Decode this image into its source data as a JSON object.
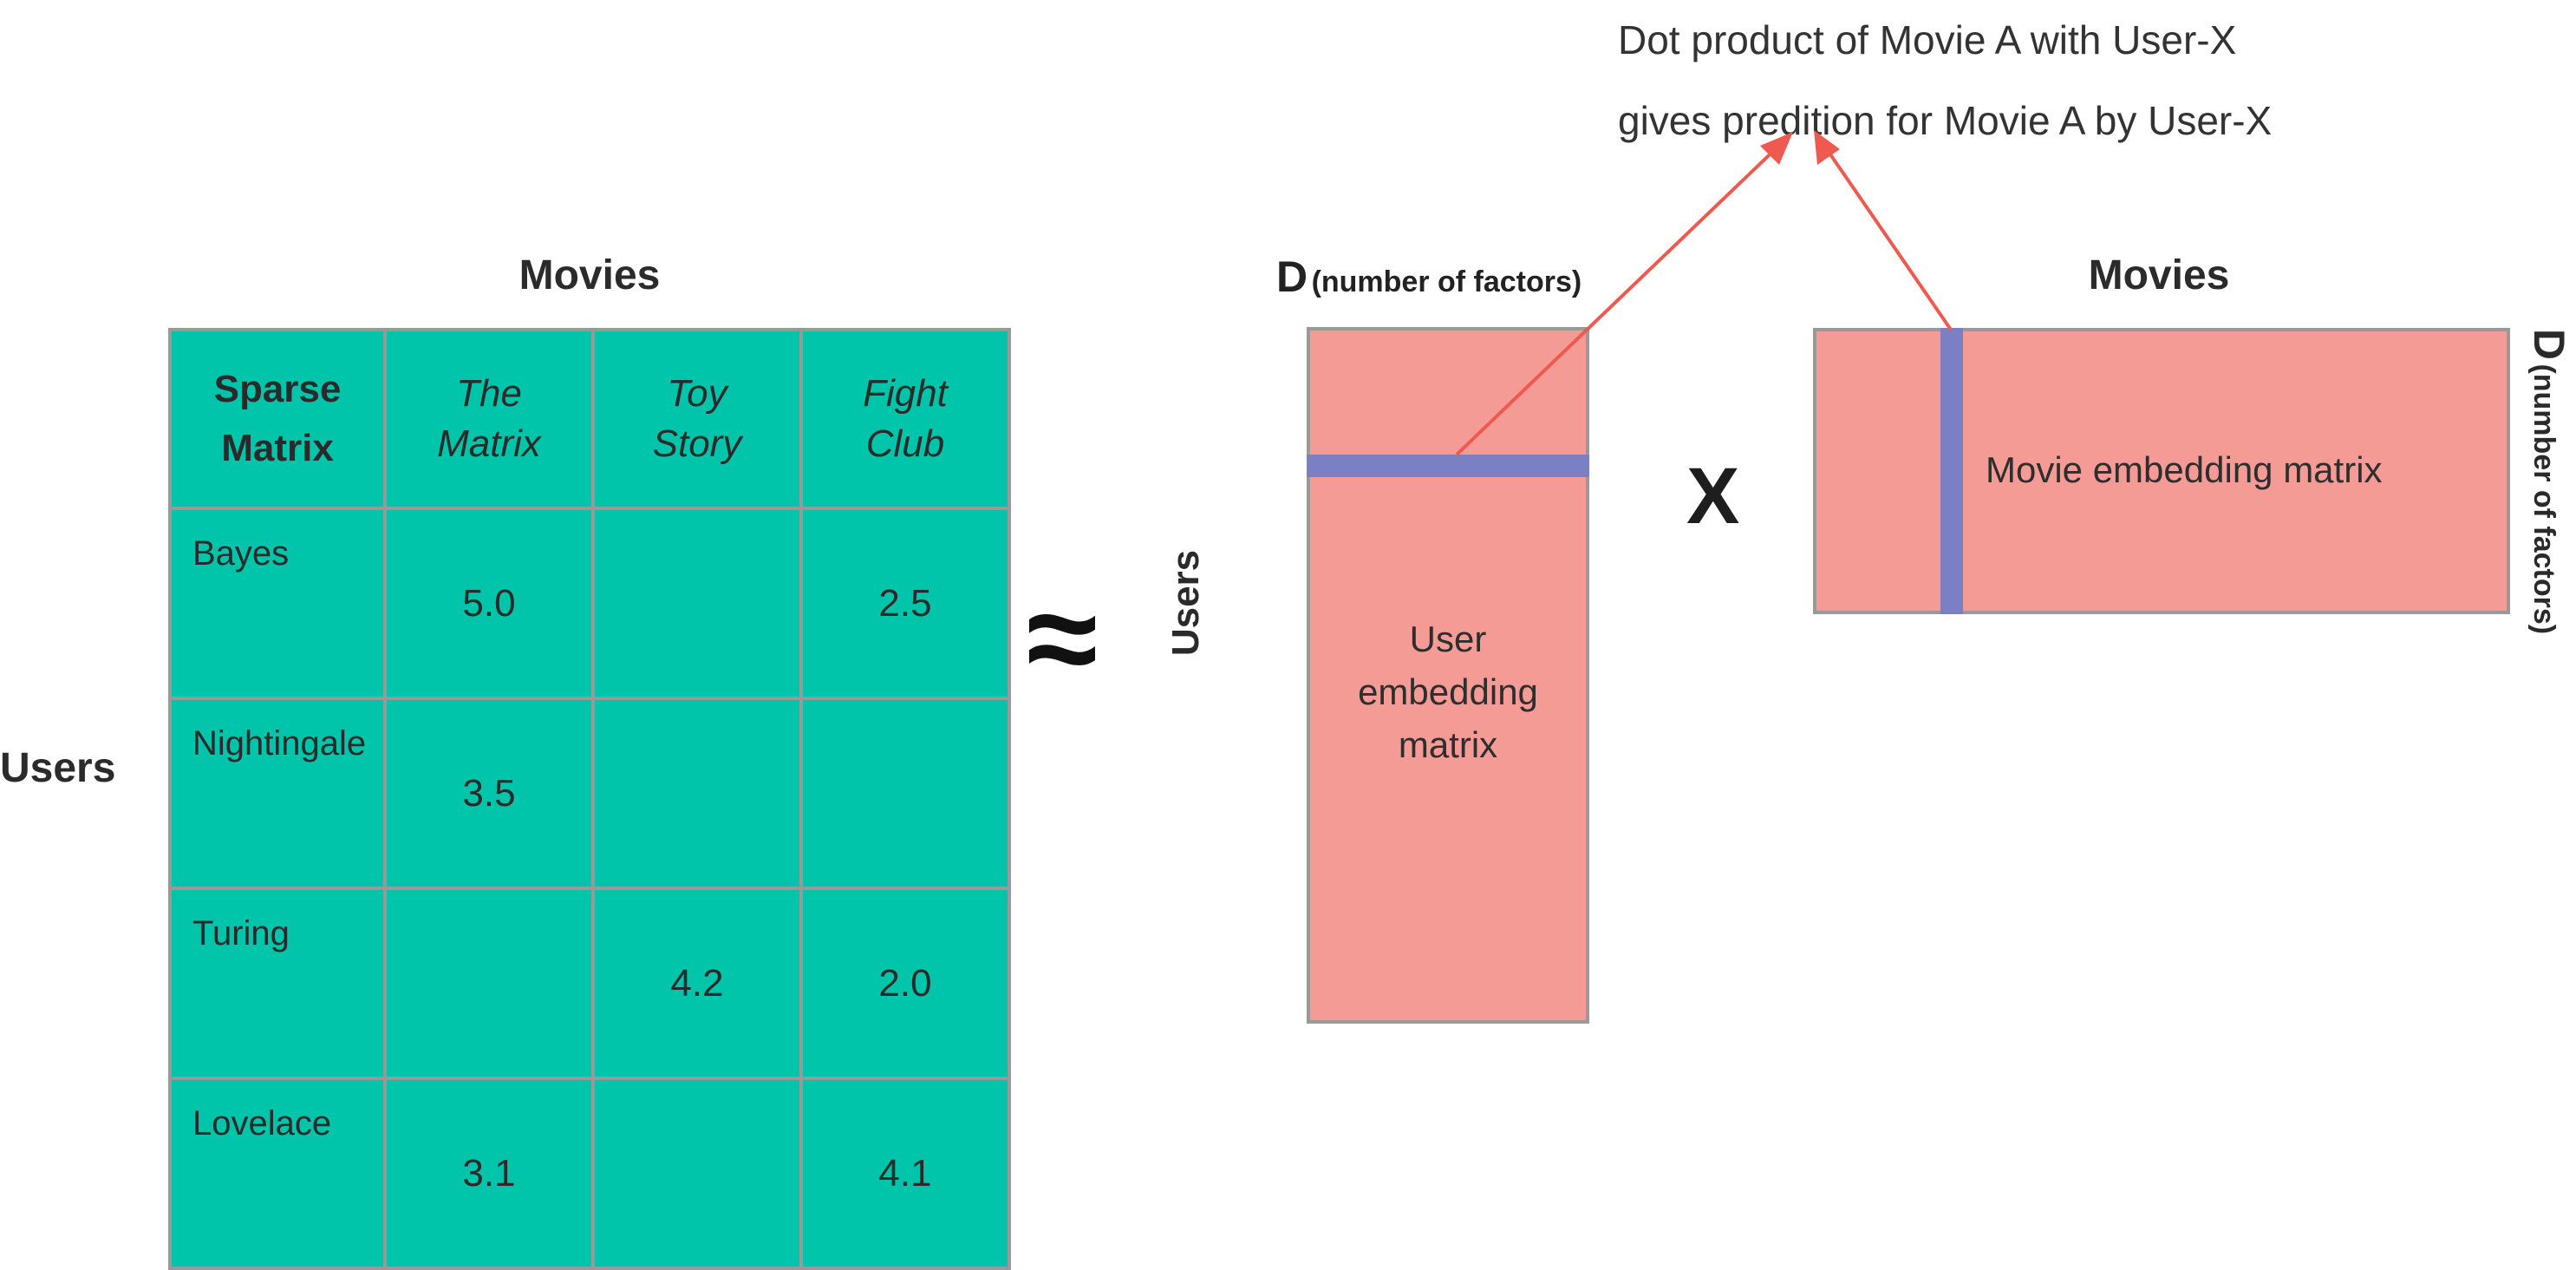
{
  "sparse_matrix": {
    "movies_label": "Movies",
    "users_label": "Users",
    "title": "Sparse Matrix",
    "movies": [
      "The Matrix",
      "Toy Story",
      "Fight Club"
    ],
    "rows": [
      {
        "user": "Bayes",
        "ratings": [
          "5.0",
          "",
          "2.5"
        ]
      },
      {
        "user": "Nightingale",
        "ratings": [
          "3.5",
          "",
          ""
        ]
      },
      {
        "user": "Turing",
        "ratings": [
          "",
          "4.2",
          "2.0"
        ]
      },
      {
        "user": "Lovelace",
        "ratings": [
          "3.1",
          "",
          "4.1"
        ]
      }
    ]
  },
  "approx_symbol": "≈",
  "user_embedding": {
    "users_label": "Users",
    "d_big": "D",
    "d_small": "(number of factors)",
    "text": "User embedding matrix",
    "text_lines": [
      "User",
      "embedding",
      "matrix"
    ]
  },
  "multiply_symbol": "X",
  "movie_embedding": {
    "movies_label": "Movies",
    "text": "Movie embedding matrix",
    "d_big": "D",
    "d_small": "(number of factors)"
  },
  "caption": {
    "line1": "Dot product of Movie A with User-X",
    "line2": "gives predition for Movie A by User-X"
  },
  "colors": {
    "sparse_bg": "#00c5aa",
    "embedding_bg": "#f59b96",
    "highlight_stripe": "#7b80c4",
    "arrow": "#ef5a50",
    "grid": "#999999"
  }
}
